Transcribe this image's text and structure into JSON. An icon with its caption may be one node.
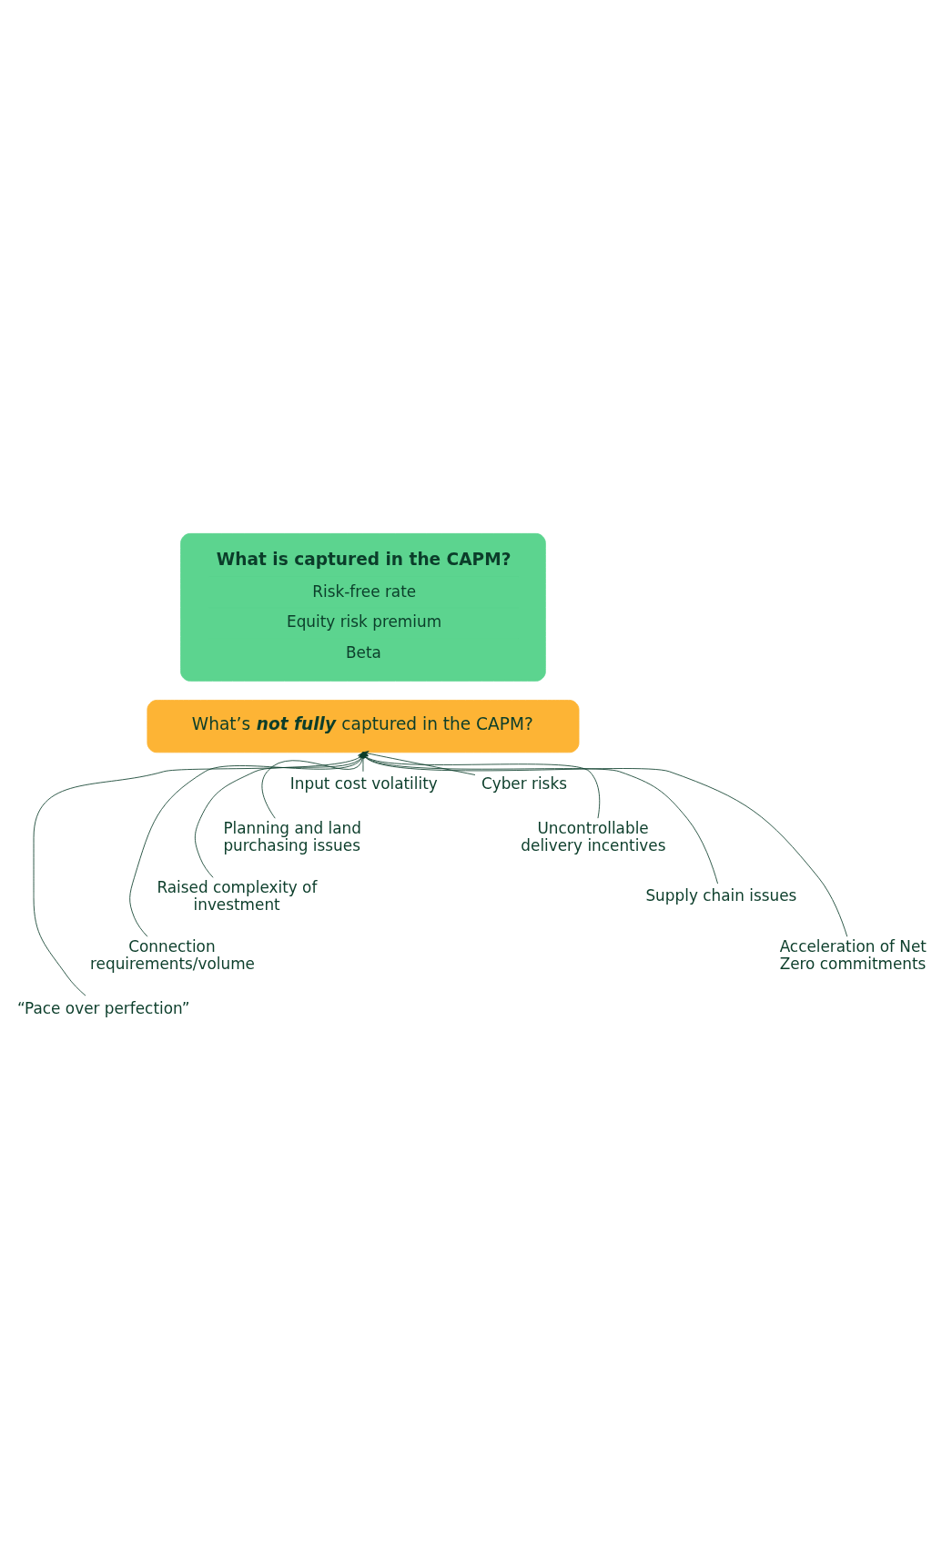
{
  "diagram": {
    "nodes": [
      {
        "text": [
          "What is captured in the CAPM?",
          "Risk-free rate",
          "Equity risk premium",
          "Beta"
        ]
      },
      {
        "text": [
          "What’s **not fully** captured in the CAPM?"
        ]
      },
      {
        "text": [
          "Input cost volatility"
        ]
      },
      {
        "text": [
          "Cyber risks"
        ]
      },
      {
        "text": [
          "Planning and land purchasing issues"
        ]
      },
      {
        "text": [
          "Uncontrollable delivery incentives"
        ]
      },
      {
        "text": [
          "Raised complexity of investment"
        ]
      },
      {
        "text": [
          "Supply chain issues"
        ]
      },
      {
        "text": [
          "Connection requirements/volume"
        ]
      },
      {
        "text": [
          "Acceleration of Net Zero commitments"
        ]
      },
      {
        "text": [
          "“Pace over perfection”"
        ]
      }
    ],
    "edges": [
      {
        "from": 2,
        "to": 1,
        "arrow": "to"
      },
      {
        "from": 3,
        "to": 1,
        "arrow": "to"
      },
      {
        "from": 4,
        "to": 1,
        "arrow": "to"
      },
      {
        "from": 5,
        "to": 1,
        "arrow": "to"
      },
      {
        "from": 6,
        "to": 1,
        "arrow": "to"
      },
      {
        "from": 7,
        "to": 1,
        "arrow": "to"
      },
      {
        "from": 8,
        "to": 1,
        "arrow": "to"
      },
      {
        "from": 9,
        "to": 1,
        "arrow": "to"
      },
      {
        "from": 10,
        "to": 1,
        "arrow": "to"
      }
    ]
  }
}
